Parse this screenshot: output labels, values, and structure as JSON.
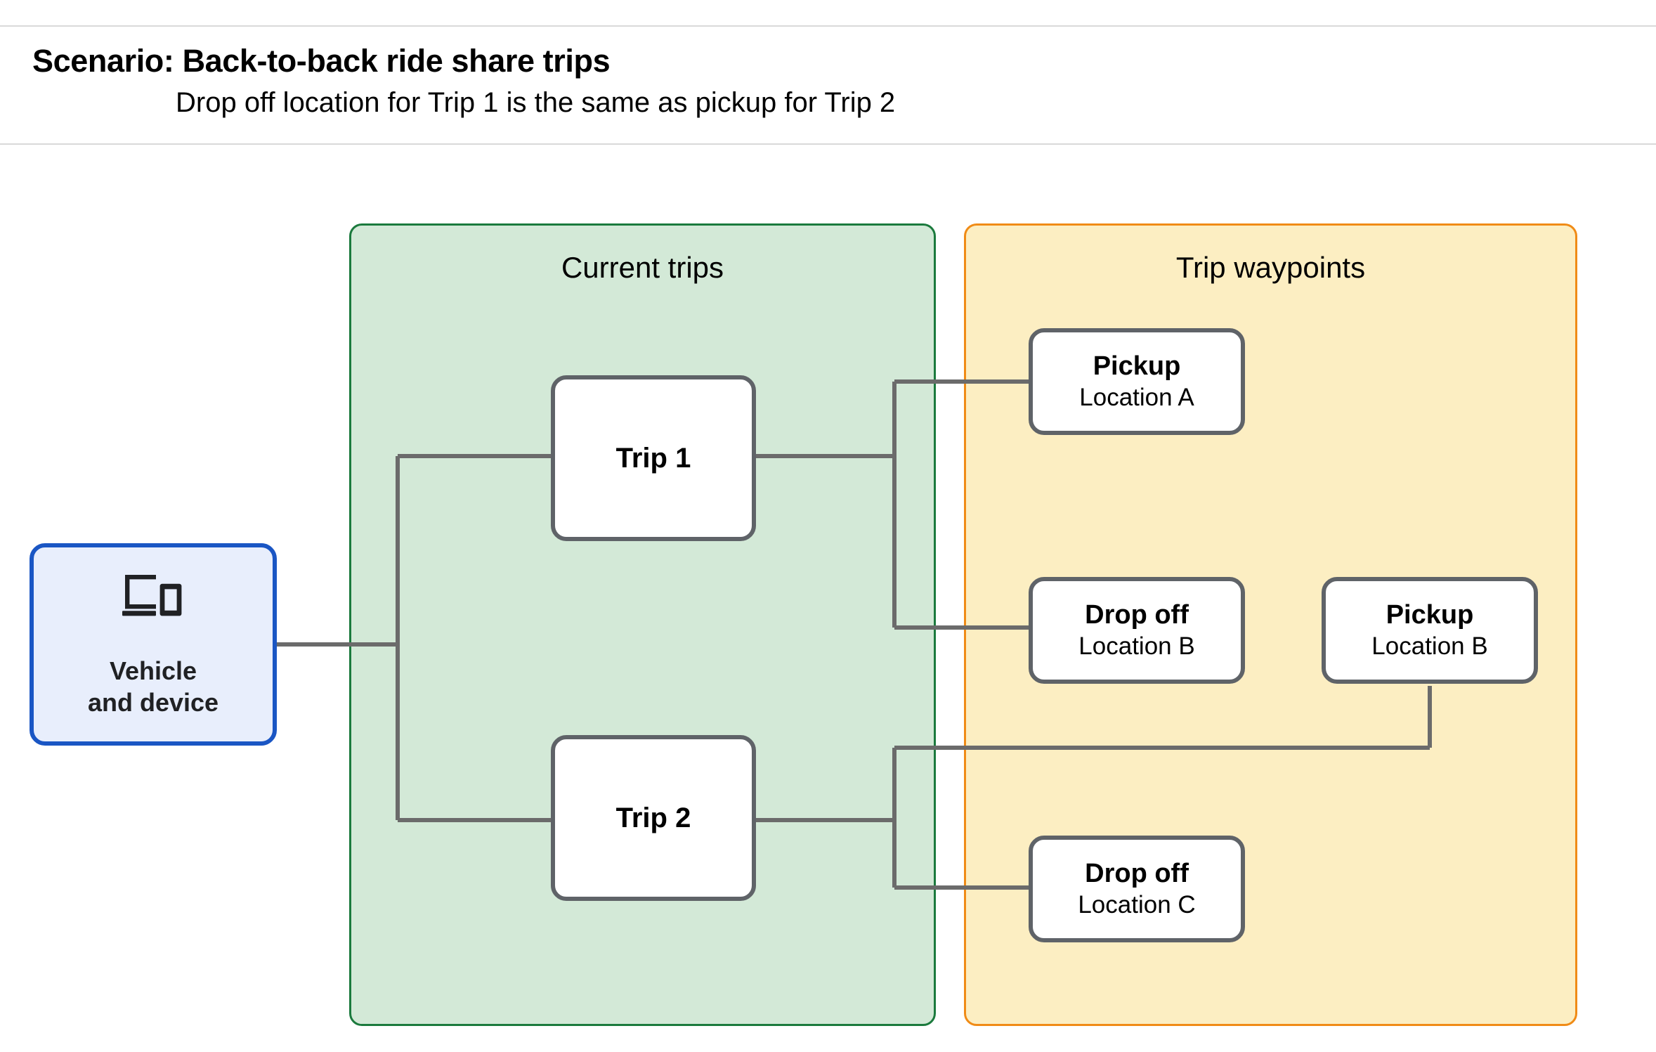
{
  "header": {
    "title": "Scenario: Back-to-back ride share trips",
    "subtitle": "Drop off  location for Trip 1 is the same as pickup for Trip 2"
  },
  "groups": {
    "current_trips": {
      "title": "Current trips",
      "fill": "#d3e9d7",
      "border": "#1b7a3d"
    },
    "trip_waypoints": {
      "title": "Trip waypoints",
      "fill": "#fceec2",
      "border": "#f08b16"
    }
  },
  "vehicle": {
    "icon": "devices-icon",
    "label": "Vehicle\nand device",
    "fill": "#e8eefc",
    "border": "#1a56c4"
  },
  "trips": [
    {
      "label": "Trip 1"
    },
    {
      "label": "Trip 2"
    }
  ],
  "waypoints": [
    {
      "type": "Pickup",
      "location": "Location A"
    },
    {
      "type": "Drop off",
      "location": "Location B"
    },
    {
      "type": "Pickup",
      "location": "Location B"
    },
    {
      "type": "Drop off",
      "location": "Location C"
    }
  ],
  "colors": {
    "connector": "#6b6b6b",
    "node_border": "#5f6368",
    "rule": "#d9d9d9"
  }
}
